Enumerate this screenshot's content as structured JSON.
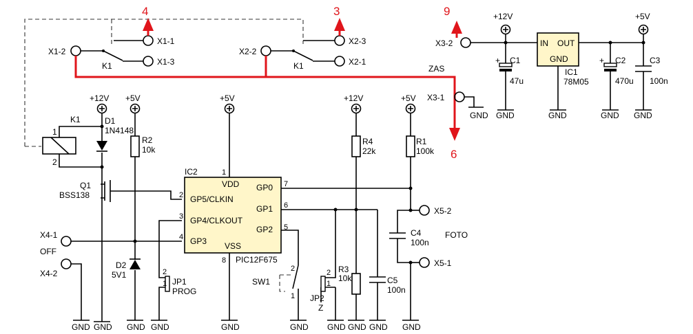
{
  "colors": {
    "wire": "#000000",
    "highlight": "#e0151b",
    "ic_fill": "#fff6c9"
  },
  "rail": {
    "p12": "+12V",
    "p5": "+5V",
    "gnd": "GND"
  },
  "markers": {
    "m4": "4",
    "m3": "3",
    "m9": "9",
    "m6": "6"
  },
  "connectors": {
    "x1_1": "X1-1",
    "x1_2": "X1-2",
    "x1_3": "X1-3",
    "x2_1": "X2-1",
    "x2_2": "X2-2",
    "x2_3": "X2-3",
    "x3_1": "X3-1",
    "x3_2": "X3-2",
    "x4_1": "X4-1",
    "x4_2": "X4-2",
    "x5_1": "X5-1",
    "x5_2": "X5-2"
  },
  "labels": {
    "zas": "ZAS",
    "off": "OFF",
    "foto": "FOTO"
  },
  "relay": {
    "ref": "K1",
    "pin1": "1",
    "pin2": "2"
  },
  "diode1": {
    "ref": "D1",
    "part": "1N4148"
  },
  "diode2": {
    "ref": "D2",
    "part": "5V1"
  },
  "q1": {
    "ref": "Q1",
    "part": "BSS138"
  },
  "r1": {
    "ref": "R1",
    "value": "100k"
  },
  "r2": {
    "ref": "R2",
    "value": "10k"
  },
  "r3": {
    "ref": "R3",
    "value": "10k"
  },
  "r4": {
    "ref": "R4",
    "value": "22k"
  },
  "c1": {
    "ref": "C1",
    "value": "47u"
  },
  "c2": {
    "ref": "C2",
    "value": "470u"
  },
  "c3": {
    "ref": "C3",
    "value": "100n"
  },
  "c4": {
    "ref": "C4",
    "value": "100n"
  },
  "c5": {
    "ref": "C5",
    "value": "100n"
  },
  "ic1": {
    "ref": "IC1",
    "part": "78M05",
    "in": "IN",
    "out": "OUT",
    "gnd": "GND"
  },
  "ic2": {
    "ref": "IC2",
    "part": "PIC12F675",
    "vdd": "VDD",
    "vss": "VSS",
    "gp5": "GP5/CLKIN",
    "gp4": "GP4/CLKOUT",
    "gp3": "GP3",
    "gp0": "GP0",
    "gp1": "GP1",
    "gp2": "GP2",
    "p1": "1",
    "p2": "2",
    "p3": "3",
    "p4": "4",
    "p5": "5",
    "p6": "6",
    "p7": "7",
    "p8": "8"
  },
  "jp1": {
    "ref": "JP1",
    "name": "PROG",
    "p1": "1",
    "p2": "2"
  },
  "jp2": {
    "ref": "JP2",
    "name": "Z",
    "p1": "1",
    "p2": "2"
  },
  "sw1": {
    "ref": "SW1",
    "p1": "1",
    "p2": "2"
  }
}
